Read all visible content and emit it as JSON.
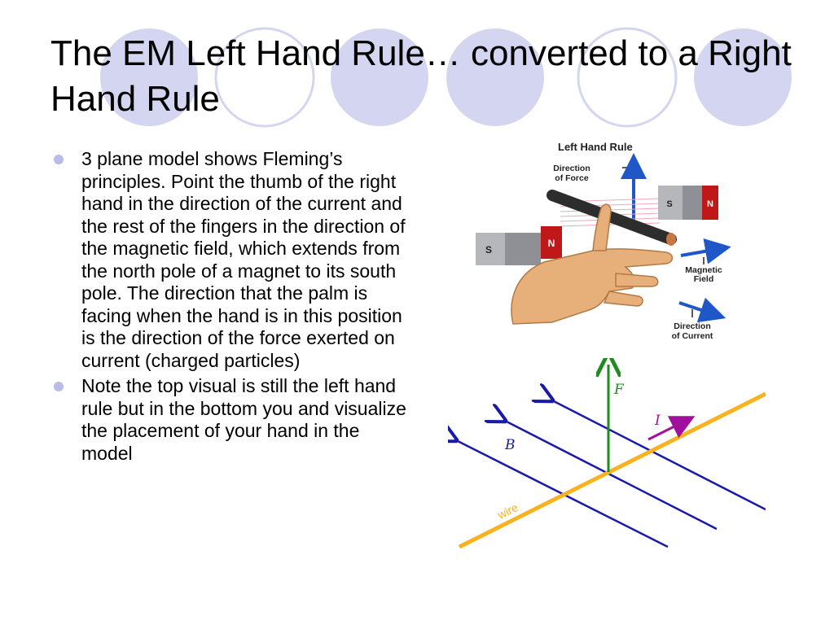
{
  "slide": {
    "title": "The EM Left Hand Rule…  converted to a Right Hand Rule",
    "bullets": [
      "3 plane model shows Fleming’s principles. Point the thumb of the right hand in the direction of the current and the rest of the fingers in the direction of the magnetic field, which extends from the north pole of a magnet to its south pole. The direction that the palm is facing when the hand is in this position is the direction of the force exerted on current (charged particles)",
      "Note the top visual is still the left hand rule but in the bottom you and visualize the placement of your hand in the model"
    ]
  },
  "top_figure": {
    "heading": "Left Hand Rule",
    "force_label": "Direction\nof Force",
    "field_label": "Magnetic\nField",
    "current_label": "Direction\nof Current",
    "magnet_north": "N",
    "magnet_south": "S"
  },
  "bottom_figure": {
    "force_symbol": "F",
    "current_symbol": "I",
    "field_symbol": "B",
    "wire_label": "wire"
  },
  "colors": {
    "circle_fill": "#d4d6f1",
    "circle_outline": "#d4d6f1",
    "bullet": "#b8bce8",
    "field_lines": "#1a1aa8",
    "wire": "#f7b21d",
    "force_arrow": "#1e8c1e",
    "current_arrow": "#a0109c",
    "top_arrows": "#1f57c8"
  }
}
